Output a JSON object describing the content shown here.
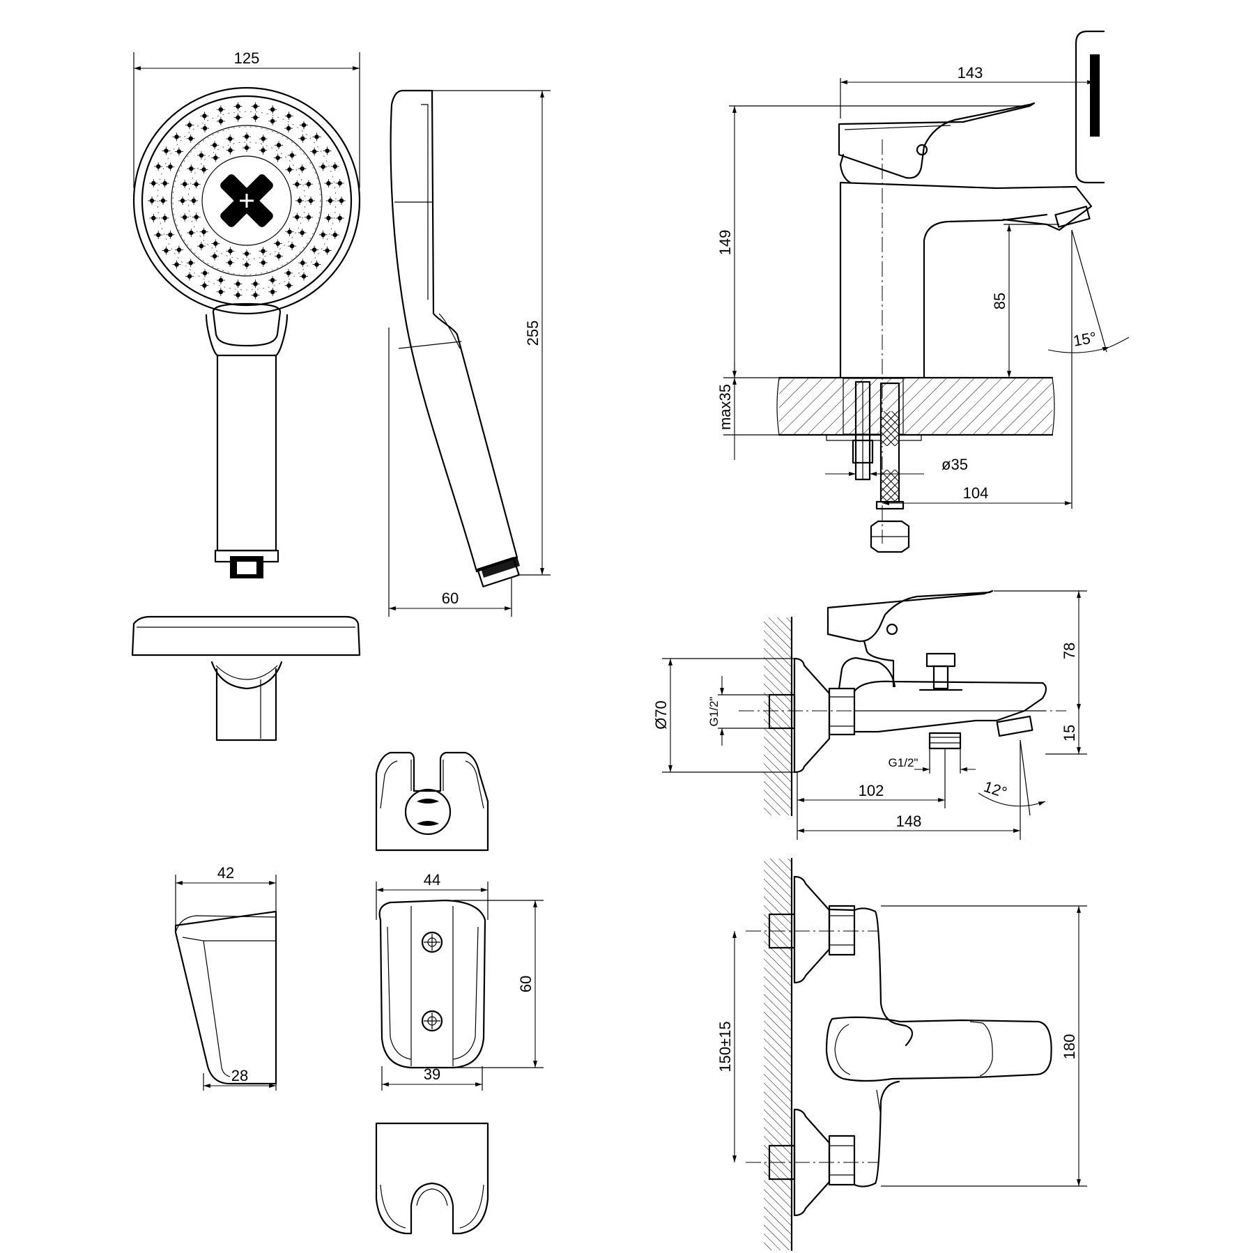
{
  "dimensions": {
    "head_width": "125",
    "shower_length": "255",
    "shower_depth": "60",
    "holder_a_width": "42",
    "holder_a_bottom": "28",
    "holder_b_width": "44",
    "holder_b_height": "60",
    "holder_b_bottom": "39",
    "basin_reach": "143",
    "basin_height": "149",
    "basin_spout_height": "85",
    "basin_spout_angle": "15°",
    "basin_max_deck": "max35",
    "basin_hole_dia": "ø35",
    "basin_spout_center": "104",
    "bath_height": "78",
    "bath_flange_dia": "Ø70",
    "bath_inlet_thread": "G1/2\"",
    "bath_outlet_thread": "G1/2\"",
    "bath_spout_drop": "15",
    "bath_outlet_dist": "102",
    "bath_reach": "148",
    "bath_spout_angle": "12°",
    "bath_centers": "150±15",
    "bath_total_width": "180"
  }
}
